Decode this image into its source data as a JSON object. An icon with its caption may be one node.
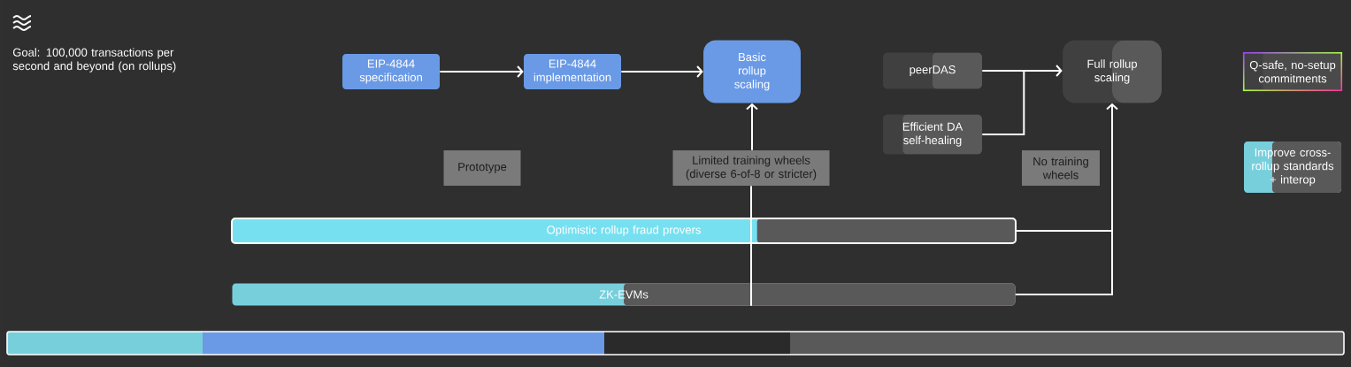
{
  "diagram": {
    "nodes": [
      {
        "text": [
          "EIP-4844 specification"
        ]
      },
      {
        "text": [
          "EIP-4844 implementation"
        ]
      },
      {
        "text": [
          "Basic rollup scaling"
        ]
      },
      {
        "text": [
          "peerDAS"
        ]
      },
      {
        "text": [
          "Efficient DA self-healing"
        ]
      },
      {
        "text": [
          "Full rollup scaling"
        ]
      },
      {
        "text": [
          "Q-safe, no-setup commitments"
        ]
      },
      {
        "text": [
          "Improve cross-rollup standards + interop"
        ]
      },
      {
        "text": [
          "Prototype"
        ]
      },
      {
        "text": [
          "Limited training wheels (diverse 6-of-8 or stricter)"
        ]
      },
      {
        "text": [
          "No training wheels"
        ]
      },
      {
        "text": [
          "Optimistic rollup fraud provers"
        ]
      },
      {
        "text": [
          "ZK-EVMs"
        ]
      }
    ],
    "edges": [
      {
        "from": 0,
        "to": 1,
        "arrow": "to"
      },
      {
        "from": 1,
        "to": 2,
        "arrow": "to"
      },
      {
        "from": 9,
        "to": 2,
        "arrow": "to"
      },
      {
        "from": 11,
        "to": 9,
        "arrow": "none"
      },
      {
        "from": 12,
        "to": 9,
        "arrow": "none"
      },
      {
        "from": 3,
        "to": 5,
        "arrow": "to"
      },
      {
        "from": 4,
        "to": 5,
        "arrow": "to"
      },
      {
        "from": 11,
        "to": 5,
        "arrow": "to"
      },
      {
        "from": 12,
        "to": 5,
        "arrow": "to"
      }
    ],
    "labels": [
      "Goal: 100,000 transactions per second and beyond (on rollups)"
    ]
  }
}
